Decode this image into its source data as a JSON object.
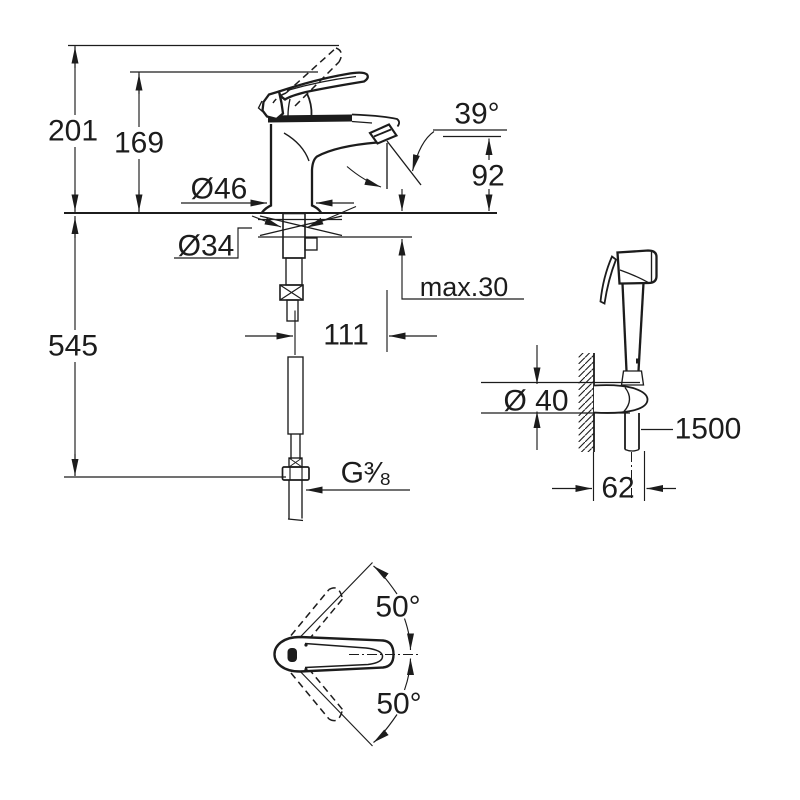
{
  "colors": {
    "ink": "#1c1c1c",
    "background": "#ffffff"
  },
  "labels": {
    "height_total": "201",
    "height_spout": "169",
    "base_diameter": "Ø46",
    "hole_diameter": "Ø34",
    "height_below_deck": "545",
    "spout_reach": "111",
    "deck_thickness_max": "max.30",
    "aerator_height": "92",
    "spray_angle": "39°",
    "thread_size": "G³⁄₈",
    "holder_diameter": "Ø 40",
    "hose_length": "1500",
    "holder_projection": "62",
    "handle_swivel_up": "50°",
    "handle_swivel_down": "50°"
  }
}
